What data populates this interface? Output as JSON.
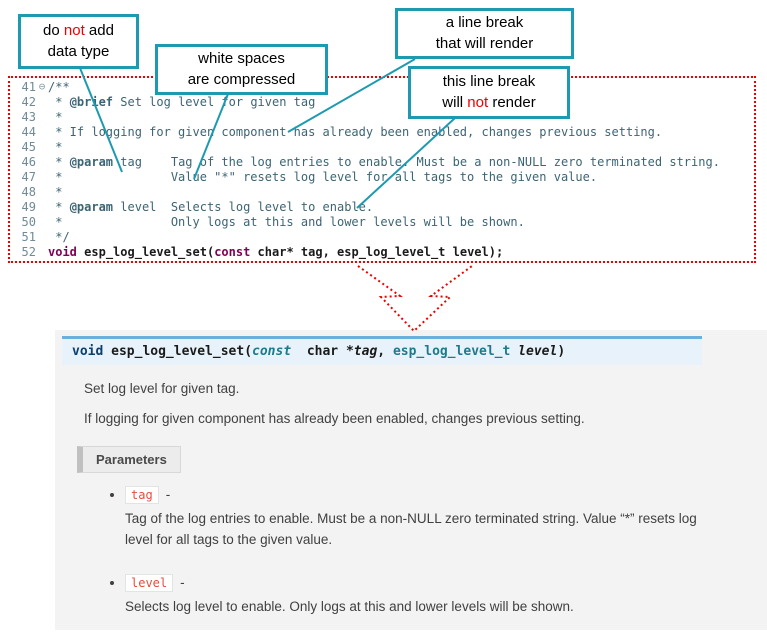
{
  "colors": {
    "callout_border": "#1e9ab0",
    "red": "#ee0000",
    "code_comment": "#3d6474",
    "code_keyword": "#7f0055",
    "panel_bg": "#f3f3f3",
    "signature_bg": "#e7f2fa",
    "signature_border": "#6ab0de",
    "param_chip_text": "#e74c3c"
  },
  "callouts": {
    "no_datatype": {
      "line1_pre": "do ",
      "line1_red": "not",
      "line1_post": " add",
      "line2": "data type"
    },
    "whitespace": {
      "line1": "white spaces",
      "line2": "are  compressed"
    },
    "break_render": {
      "line1": "a line break",
      "line2": "that will render"
    },
    "break_norender": {
      "line1": "this line break",
      "line2_pre": "will ",
      "line2_red": "not",
      "line2_post": " render"
    }
  },
  "code": {
    "lines": [
      {
        "num": "41",
        "fold": "⊖",
        "tokens": [
          {
            "t": "/**",
            "c": "cmt"
          }
        ]
      },
      {
        "num": "42",
        "tokens": [
          {
            "t": " * ",
            "c": "cmt"
          },
          {
            "t": "@brief",
            "c": "tag"
          },
          {
            "t": " Set log level for given tag",
            "c": "cmt"
          }
        ]
      },
      {
        "num": "43",
        "tokens": [
          {
            "t": " *",
            "c": "cmt"
          }
        ]
      },
      {
        "num": "44",
        "tokens": [
          {
            "t": " * If logging for given component has already been enabled, changes previous setting.",
            "c": "cmt"
          }
        ]
      },
      {
        "num": "45",
        "tokens": [
          {
            "t": " *",
            "c": "cmt"
          }
        ]
      },
      {
        "num": "46",
        "tokens": [
          {
            "t": " * ",
            "c": "cmt"
          },
          {
            "t": "@param",
            "c": "tag"
          },
          {
            "t": " tag    Tag of the log entries to enable. Must be a non-NULL zero terminated string.",
            "c": "cmt"
          }
        ]
      },
      {
        "num": "47",
        "tokens": [
          {
            "t": " *               Value \"*\" resets log level for all tags to the given value.",
            "c": "cmt"
          }
        ]
      },
      {
        "num": "48",
        "tokens": [
          {
            "t": " *",
            "c": "cmt"
          }
        ]
      },
      {
        "num": "49",
        "tokens": [
          {
            "t": " * ",
            "c": "cmt"
          },
          {
            "t": "@param",
            "c": "tag"
          },
          {
            "t": " level  Selects log level to enable.",
            "c": "cmt"
          }
        ]
      },
      {
        "num": "50",
        "tokens": [
          {
            "t": " *               Only logs at this and lower levels will be shown.",
            "c": "cmt"
          }
        ]
      },
      {
        "num": "51",
        "tokens": [
          {
            "t": " */",
            "c": "cmt"
          }
        ]
      },
      {
        "num": "52",
        "tokens": [
          {
            "t": "void",
            "c": "kw"
          },
          {
            "t": " ",
            "c": "code"
          },
          {
            "t": "esp_log_level_set",
            "c": "fn"
          },
          {
            "t": "(",
            "c": "code"
          },
          {
            "t": "const",
            "c": "kw"
          },
          {
            "t": " char* tag, esp_log_level_t level);",
            "c": "code"
          }
        ]
      }
    ]
  },
  "signature": {
    "tokens": [
      {
        "t": "void",
        "c": "sig-kw"
      },
      {
        "t": " ",
        "c": "sig-plain"
      },
      {
        "t": "esp_log_level_set",
        "c": "sig-name"
      },
      {
        "t": "(",
        "c": "sig-plain"
      },
      {
        "t": "const",
        "c": "sig-const"
      },
      {
        "t": "  ",
        "c": "sig-plain"
      },
      {
        "t": "char",
        "c": "sig-plain"
      },
      {
        "t": " *",
        "c": "sig-plain"
      },
      {
        "t": "tag",
        "c": "sig-var"
      },
      {
        "t": ", ",
        "c": "sig-plain"
      },
      {
        "t": "esp_log_level_t",
        "c": "sig-type"
      },
      {
        "t": " ",
        "c": "sig-plain"
      },
      {
        "t": "level",
        "c": "sig-var"
      },
      {
        "t": ")",
        "c": "sig-plain"
      }
    ]
  },
  "doc": {
    "brief": "Set log level for given tag.",
    "detail": "If logging for given component has already been enabled, changes previous setting.",
    "parameters_label": "Parameters",
    "params": [
      {
        "name": "tag",
        "dash": "-",
        "desc": "Tag of the log entries to enable. Must be a non-NULL zero terminated string. Value “*” resets log level for all tags to the given value."
      },
      {
        "name": "level",
        "dash": "-",
        "desc": "Selects log level to enable. Only logs at this and lower levels will be shown."
      }
    ]
  }
}
